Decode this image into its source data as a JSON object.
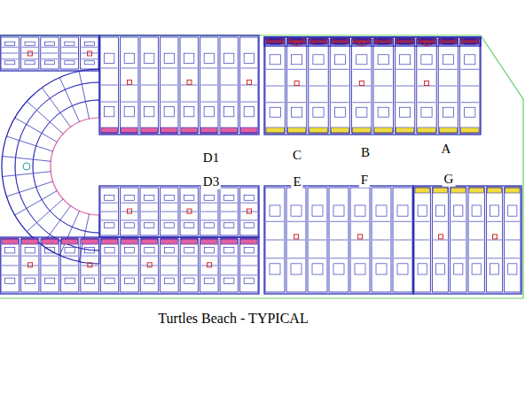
{
  "diagram": {
    "caption": "Turtles Beach - TYPICAL",
    "labels": [
      "D1",
      "C",
      "B",
      "A",
      "D3",
      "E",
      "F",
      "G"
    ]
  }
}
